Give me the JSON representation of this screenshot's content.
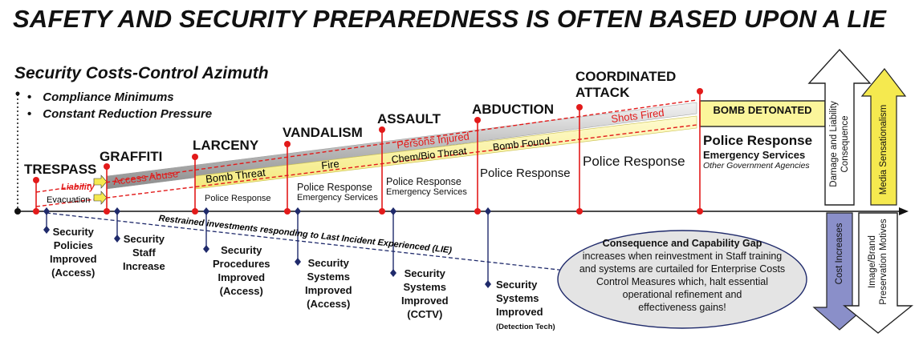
{
  "title": "SAFETY AND SECURITY PREPAREDNESS IS OFTEN BASED UPON A LIE",
  "subtitle": "Security Costs-Control Azimuth",
  "bullets": [
    "Compliance Minimums",
    "Constant Reduction Pressure"
  ],
  "incidents": [
    "TRESPASS",
    "GRAFFITI",
    "LARCENY",
    "VANDALISM",
    "ASSAULT",
    "ABDUCTION",
    "COORDINATED ATTACK"
  ],
  "bomb_detonated": "BOMB DETONATED",
  "threat_labels": {
    "liability": "Liability",
    "evacuation": "Evacuation",
    "access_abuse": "Access Abuse",
    "bomb_threat": "Bomb Threat",
    "fire": "Fire",
    "chem_bio": "Chem/Bio Threat",
    "bomb_found": "Bomb Found",
    "persons_injured": "Persons Injured",
    "shots_fired": "Shots Fired"
  },
  "responses": {
    "larceny": "Police Response",
    "vandalism_1": "Police Response",
    "vandalism_2": "Emergency Services",
    "assault_1": "Police Response",
    "assault_2": "Emergency Services",
    "abduction": "Police Response",
    "attack": "Police Response",
    "bomb_1": "Police Response",
    "bomb_2": "Emergency Services",
    "bomb_3": "Other Government Agencies"
  },
  "lie_line": "Restrained investments responding to Last Incident Experienced (LIE)",
  "improvements": [
    [
      "Security",
      "Policies",
      "Improved",
      "(Access)"
    ],
    [
      "Security",
      "Staff",
      "Increase"
    ],
    [
      "Security",
      "Procedures",
      "Improved",
      "(Access)"
    ],
    [
      "Security",
      "Systems",
      "Improved",
      "(Access)"
    ],
    [
      "Security",
      "Systems",
      "Improved",
      "(CCTV)"
    ],
    [
      "Security",
      "Systems",
      "Improved",
      "(Detection Tech)"
    ]
  ],
  "gap": {
    "heading": "Consequence and Capability Gap",
    "body": [
      "increases when reinvestment in Staff training",
      "and systems are curtailed for Enterprise Costs",
      "Control Measures which, halt essential",
      "operational refinement and",
      "effectiveness gains!"
    ]
  },
  "arrows": {
    "damage_1": "Damage and Liability",
    "damage_2": "Consequence",
    "media": "Media Sensationalism",
    "cost": "Cost Increases",
    "image_1": "Image/Brand",
    "image_2": "Preservation Motives"
  },
  "colors": {
    "red": "#e21a1a",
    "yellow": "#fbf59b",
    "navy": "#1f2a6b",
    "purple": "#8a8fc9",
    "gold": "#f5e94f"
  }
}
